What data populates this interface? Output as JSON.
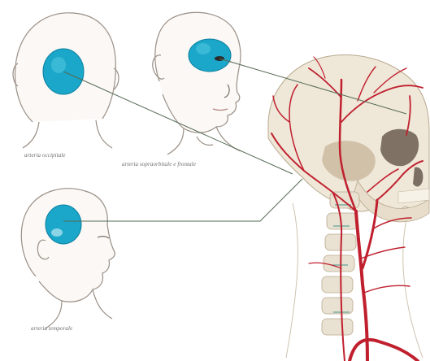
{
  "captions": {
    "occipital": "arteria occipitale",
    "supraorbital_frontal": "arteria sopraorbitale e frontale",
    "temporal": "arteria temporale"
  },
  "colors": {
    "pain_zone": "#1aa7c9",
    "pain_zone_edge": "#0d7fa0",
    "artery": "#c0202e",
    "bone": "#efe7d8",
    "bone_shadow": "#b9a98f",
    "leader_line": "#556b55",
    "skin_outline": "#9a8f86"
  }
}
